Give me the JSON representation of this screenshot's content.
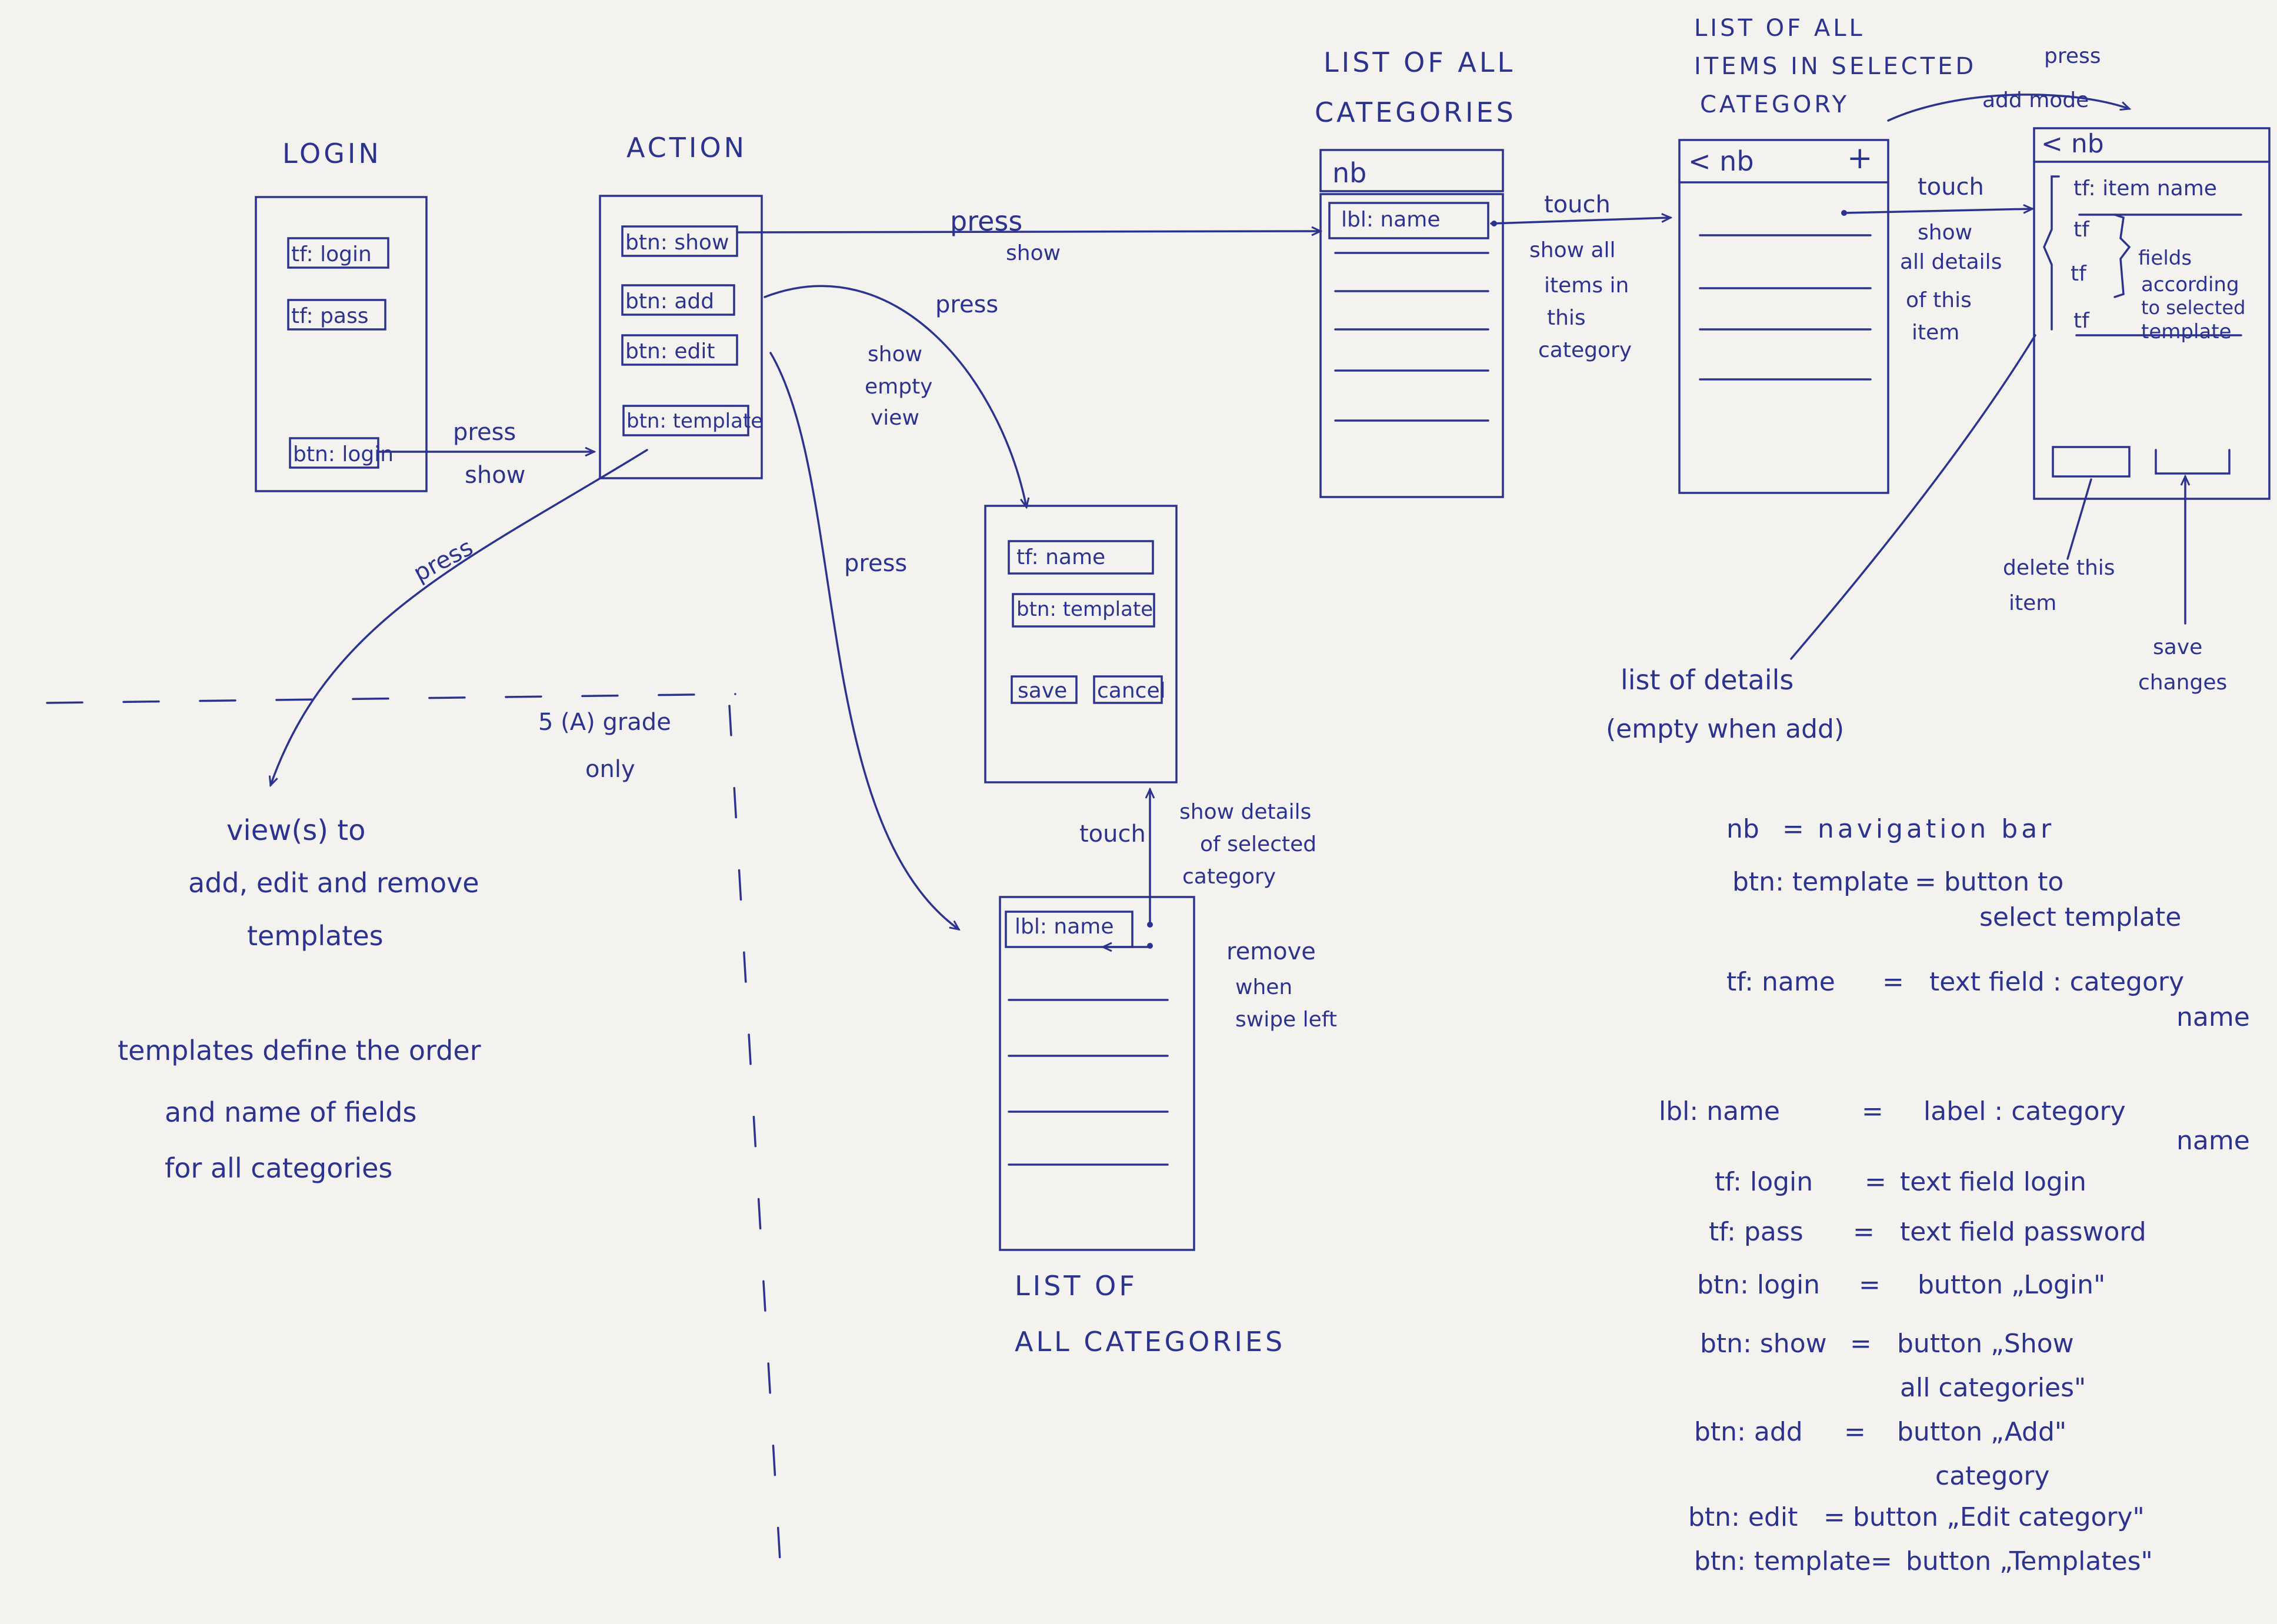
{
  "screens": {
    "login": {
      "title": "LOGIN",
      "tf_login": "tf: login",
      "tf_pass": "tf: pass",
      "btn_login": "btn: login"
    },
    "action": {
      "title": "ACTION",
      "btn_show": "btn: show",
      "btn_add": "btn: add",
      "btn_edit": "btn: edit",
      "btn_template": "btn: template"
    },
    "add_view": {
      "tf_name": "tf: name",
      "btn_template": "btn: template",
      "save": "save",
      "cancel": "cancel"
    },
    "edit_list": {
      "row_label": "lbl: name",
      "title_line1": "LIST OF",
      "title_line2": "ALL CATEGORIES"
    },
    "categories_list": {
      "title_line1": "LIST OF ALL",
      "title_line2": "CATEGORIES",
      "navbar": "nb",
      "row_label": "lbl: name"
    },
    "items_list": {
      "title_line1": "LIST OF ALL",
      "title_line2": "ITEMS IN SELECTED",
      "title_line3": "CATEGORY",
      "navbar": "< nb",
      "plus": "+"
    },
    "item_detail": {
      "navbar": "< nb",
      "tf_item_name": "tf: item name",
      "tf": "tf",
      "fields_note_1": "fields",
      "fields_note_2": "according",
      "fields_note_3": "to selected",
      "fields_note_4": "template"
    }
  },
  "arrow_labels": {
    "press_show_1": "press",
    "press_show_2": "show",
    "press_show_cat_1": "press",
    "press_show_cat_2": "show",
    "press_add": "press",
    "show_empty_1": "show",
    "show_empty_2": "empty",
    "show_empty_3": "view",
    "press_edit": "press",
    "press_template": "press",
    "touch_cat": "touch",
    "show_items_1": "show all",
    "show_items_2": "items in",
    "show_items_3": "this",
    "show_items_4": "category",
    "touch_item": "touch",
    "show_details_1": "show",
    "show_details_2": "all details",
    "show_details_3": "of this",
    "show_details_4": "item",
    "press_add_mode_1": "press",
    "press_add_mode_2": "add mode",
    "touch_edit": "touch",
    "show_sel_1": "show details",
    "show_sel_2": "of selected",
    "show_sel_3": "category",
    "remove_1": "remove",
    "remove_2": "when",
    "remove_3": "swipe left",
    "delete_1": "delete this",
    "delete_2": "item",
    "save_1": "save",
    "save_2": "changes",
    "list_details_1": "list of details",
    "list_details_2": "(empty when add)"
  },
  "notes": {
    "grade_1": "5 (A) grade",
    "grade_2": "only",
    "views_1": "view(s) to",
    "views_2": "add, edit and remove",
    "views_3": "templates",
    "templates_1": "templates define the order",
    "templates_2": "and name of fields",
    "templates_3": "for all categories"
  },
  "legend": [
    {
      "key": "nb",
      "eq": "=",
      "value": "navigation bar"
    },
    {
      "key": "btn: template",
      "eq": "=",
      "value": "button to",
      "value2": "select template"
    },
    {
      "key": "tf: name",
      "eq": "=",
      "value": "text field : category",
      "value2": "name"
    },
    {
      "key": "lbl: name",
      "eq": "=",
      "value": "label : category",
      "value2": "name"
    },
    {
      "key": "tf: login",
      "eq": "=",
      "value": "text field login"
    },
    {
      "key": "tf: pass",
      "eq": "=",
      "value": "text field password"
    },
    {
      "key": "btn: login",
      "eq": "=",
      "value": "button „Login\""
    },
    {
      "key": "btn: show",
      "eq": "=",
      "value": "button „Show",
      "value2": "all categories\""
    },
    {
      "key": "btn: add",
      "eq": "=",
      "value": "button „Add\"",
      "value2": "category"
    },
    {
      "key": "btn: edit",
      "eq": "=",
      "value": "button „Edit category\""
    },
    {
      "key": "btn: template",
      "eq": "=",
      "value": "button „Templates\""
    }
  ],
  "colors": {
    "ink": "#2b338f",
    "paper": "#f3f2ee"
  }
}
